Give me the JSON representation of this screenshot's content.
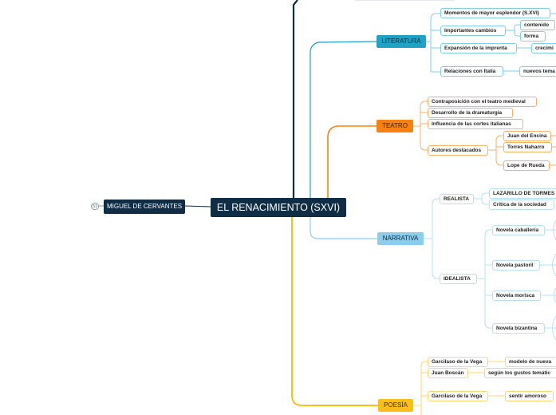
{
  "root": {
    "label": "EL RENACIMIENTO (SXVI)"
  },
  "side": {
    "label": "MIGUEL DE CERVANTES",
    "badge": "51"
  },
  "literatura": {
    "label": "LITERATURA",
    "items": [
      "Momentos de mayor esplendor (S.XVI)",
      "Importantes cambios",
      "contenido",
      "forma",
      "Expansión de la imprenta",
      "crecimi",
      "Relaciones con Italia",
      "nuevos tema"
    ]
  },
  "teatro": {
    "label": "TEATRO",
    "items": [
      "Contraposición con el teatro medieval",
      "Desarrollo de la dramaturgia",
      "Influencia de las cortes italianas",
      "Autores destacados",
      "Juan del Encina",
      "Torres Naharro",
      "Lope de Rueda"
    ]
  },
  "narrativa": {
    "label": "NARRATIVA",
    "items": [
      "REALISTA",
      "LAZARILLO DE TORMES",
      "Crítica de la sociedad",
      "IDEALISTA",
      "Novela caballería",
      "Novela pastoril",
      "Novela morisca",
      "Novela bizantina"
    ]
  },
  "poesia": {
    "label": "POESÍA",
    "items": [
      "Garcilaso de la Vega",
      "modelo de nueva",
      "Juan Boscán",
      "según los gustos temátic",
      "Garcilaso de la Vega",
      "sentir amoroso"
    ]
  },
  "colors": {
    "root": "#0f2d45",
    "literatura": "#1fa2c6",
    "teatro": "#f7820f",
    "narrativa": "#8ccdec",
    "poesia": "#fcbf1a"
  }
}
